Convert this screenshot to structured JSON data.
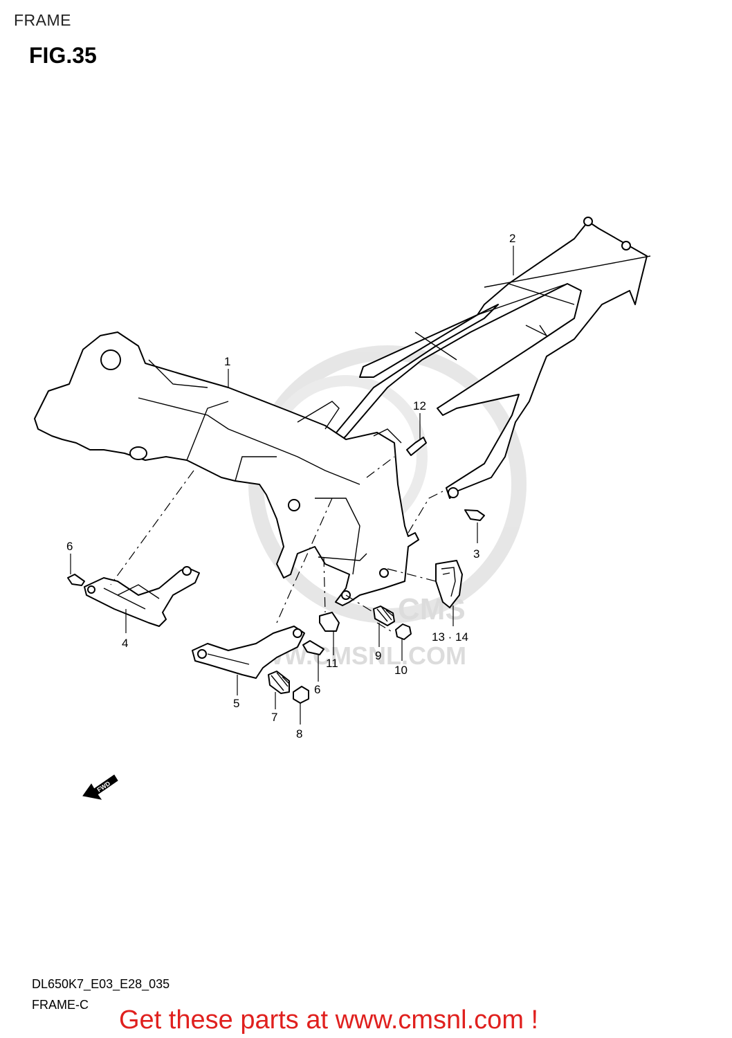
{
  "header": {
    "section": "FRAME",
    "figure": "FIG.35"
  },
  "callouts": [
    {
      "id": "c1",
      "label": "1"
    },
    {
      "id": "c2",
      "label": "2"
    },
    {
      "id": "c3",
      "label": "3"
    },
    {
      "id": "c4",
      "label": "4"
    },
    {
      "id": "c5",
      "label": "5"
    },
    {
      "id": "c6a",
      "label": "6"
    },
    {
      "id": "c6b",
      "label": "6"
    },
    {
      "id": "c7",
      "label": "7"
    },
    {
      "id": "c8",
      "label": "8"
    },
    {
      "id": "c9",
      "label": "9"
    },
    {
      "id": "c10",
      "label": "10"
    },
    {
      "id": "c11",
      "label": "11"
    },
    {
      "id": "c12",
      "label": "12"
    },
    {
      "id": "c1314",
      "label": "13 · 14"
    }
  ],
  "fwd_arrow": {
    "label": "FWD",
    "icon": "forward-direction-arrow-icon"
  },
  "watermark": {
    "text": "WWW.CMSNL.COM",
    "logo_letters": "CMS"
  },
  "footer": {
    "model_code": "DL650K7_E03_E28_035",
    "frame_code": "FRAME-C",
    "promo": "Get these parts at www.cmsnl.com !",
    "promo_color": "#e0201e"
  }
}
